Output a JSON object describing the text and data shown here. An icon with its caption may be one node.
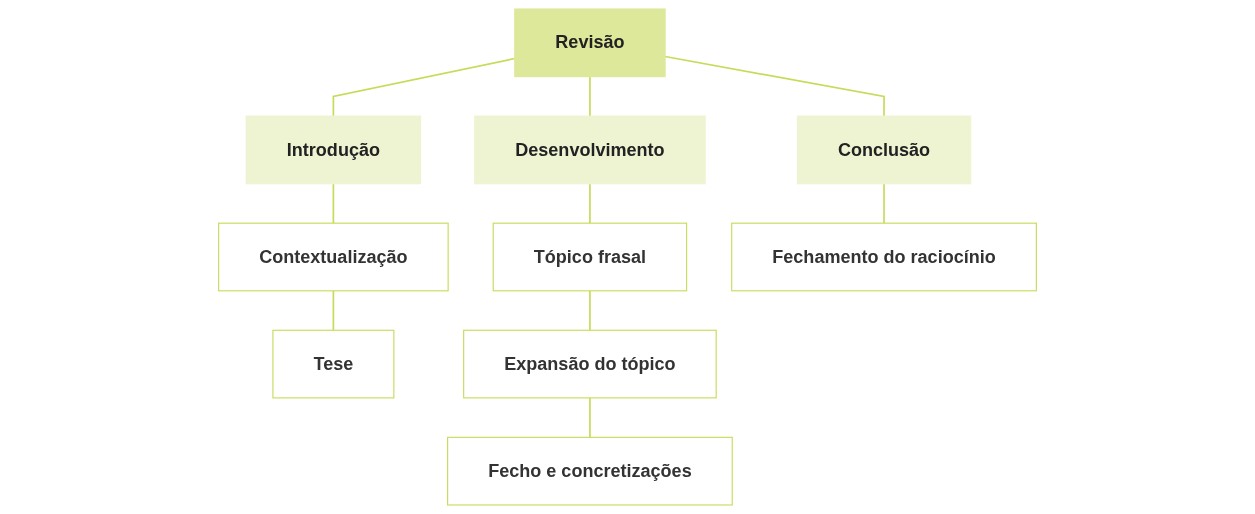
{
  "diagram": {
    "nodes": [
      {
        "text": [
          "Revisão"
        ]
      },
      {
        "text": [
          "Introdução"
        ]
      },
      {
        "text": [
          "Desenvolvimento"
        ]
      },
      {
        "text": [
          "Conclusão"
        ]
      },
      {
        "text": [
          "Contextualização"
        ]
      },
      {
        "text": [
          "Tese"
        ]
      },
      {
        "text": [
          "Tópico frasal"
        ]
      },
      {
        "text": [
          "Expansão do tópico"
        ]
      },
      {
        "text": [
          "Fecho e concretizações"
        ]
      },
      {
        "text": [
          "Fechamento do raciocínio"
        ]
      }
    ],
    "edges": [
      {
        "from": 0,
        "to": 1,
        "arrow": "none"
      },
      {
        "from": 0,
        "to": 2,
        "arrow": "none"
      },
      {
        "from": 0,
        "to": 3,
        "arrow": "none"
      },
      {
        "from": 1,
        "to": 4,
        "arrow": "none"
      },
      {
        "from": 4,
        "to": 5,
        "arrow": "none"
      },
      {
        "from": 2,
        "to": 6,
        "arrow": "none"
      },
      {
        "from": 6,
        "to": 7,
        "arrow": "none"
      },
      {
        "from": 7,
        "to": 8,
        "arrow": "none"
      },
      {
        "from": 3,
        "to": 9,
        "arrow": "none"
      }
    ]
  }
}
